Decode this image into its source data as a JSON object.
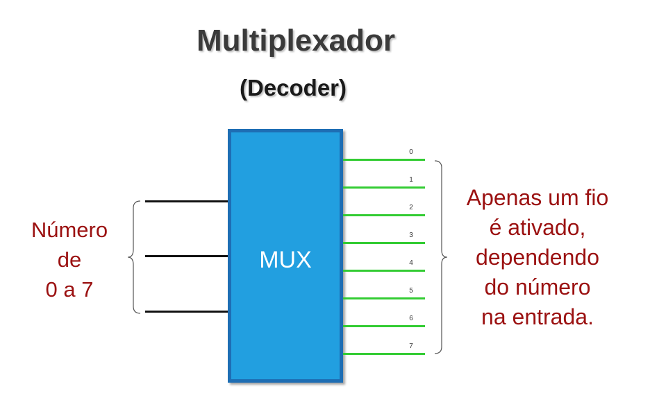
{
  "title": "Multiplexador",
  "subtitle": "(Decoder)",
  "mux": {
    "label": "MUX",
    "fill_color": "#229fe0",
    "border_color": "#1e6eb4"
  },
  "inputs": {
    "wire_color": "#111111",
    "count": 3
  },
  "outputs": {
    "wire_color": "#33cc33",
    "labels": [
      "0",
      "1",
      "2",
      "3",
      "4",
      "5",
      "6",
      "7"
    ]
  },
  "left_note": {
    "lines": [
      "Número",
      "de",
      "0 a 7"
    ],
    "color": "#9b1111"
  },
  "right_note": {
    "lines": [
      "Apenas um fio",
      "é ativado,",
      "dependendo",
      "do número",
      "na entrada."
    ],
    "color": "#9b1111"
  }
}
